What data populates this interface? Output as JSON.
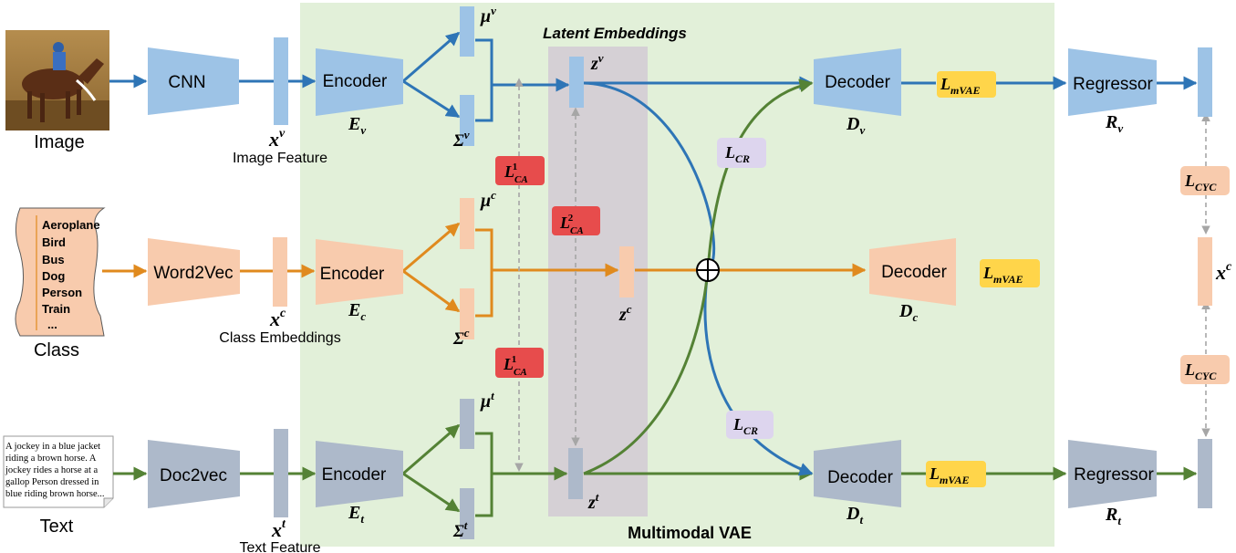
{
  "colors": {
    "image_branch": "#2e75b6",
    "class_branch": "#e08a1e",
    "text_branch": "#548235",
    "image_block": "#9dc3e6",
    "class_block": "#f8cbad",
    "text_block": "#adb9ca",
    "panel": "#e2f0d9",
    "latent_band": "#d5d0d5",
    "loss_ca": "#e74c4c",
    "loss_cr": "#ddd5ee",
    "loss_mvae": "#ffd54a"
  },
  "titles": {
    "latent": "Latent Embeddings",
    "multimodal": "Multimodal VAE"
  },
  "inputs": {
    "image": "Image",
    "class": "Class",
    "text": "Text",
    "class_list": [
      "Aeroplane",
      "Bird",
      "Bus",
      "Dog",
      "Person",
      "Train",
      "..."
    ],
    "text_lines": [
      "A jockey in a blue jacket",
      "riding a brown horse. A",
      "jockey rides a horse at a",
      "gallop Person dressed in",
      "blue riding brown horse..."
    ]
  },
  "extractors": {
    "cnn": "CNN",
    "word2vec": "Word2Vec",
    "doc2vec": "Doc2vec"
  },
  "features": {
    "xv": "x",
    "xv_sup": "v",
    "xv_caption": "Image Feature",
    "xc": "x",
    "xc_sup": "c",
    "xc_caption": "Class Embeddings",
    "xt": "x",
    "xt_sup": "t",
    "xt_caption": "Text Feature"
  },
  "encoders": {
    "label": "Encoder",
    "ev": "E",
    "ev_sub": "v",
    "ec": "E",
    "ec_sub": "c",
    "et": "E",
    "et_sub": "t"
  },
  "latent": {
    "mu": "μ",
    "sigma": "Σ",
    "z": "z",
    "v": "v",
    "c": "c",
    "t": "t"
  },
  "losses": {
    "L": "L",
    "ca": "CA",
    "ca1": "1",
    "ca2": "2",
    "cr": "CR",
    "mvae": "mVAE",
    "cyc": "CYC"
  },
  "decoders": {
    "label": "Decoder",
    "dv": "D",
    "dv_sub": "v",
    "dc": "D",
    "dc_sub": "c",
    "dt": "D",
    "dt_sub": "t"
  },
  "regressors": {
    "label": "Regressor",
    "rv": "R",
    "rv_sub": "v",
    "rt": "R",
    "rt_sub": "t"
  },
  "outputs": {
    "xc": "x",
    "xc_sup": "c"
  }
}
